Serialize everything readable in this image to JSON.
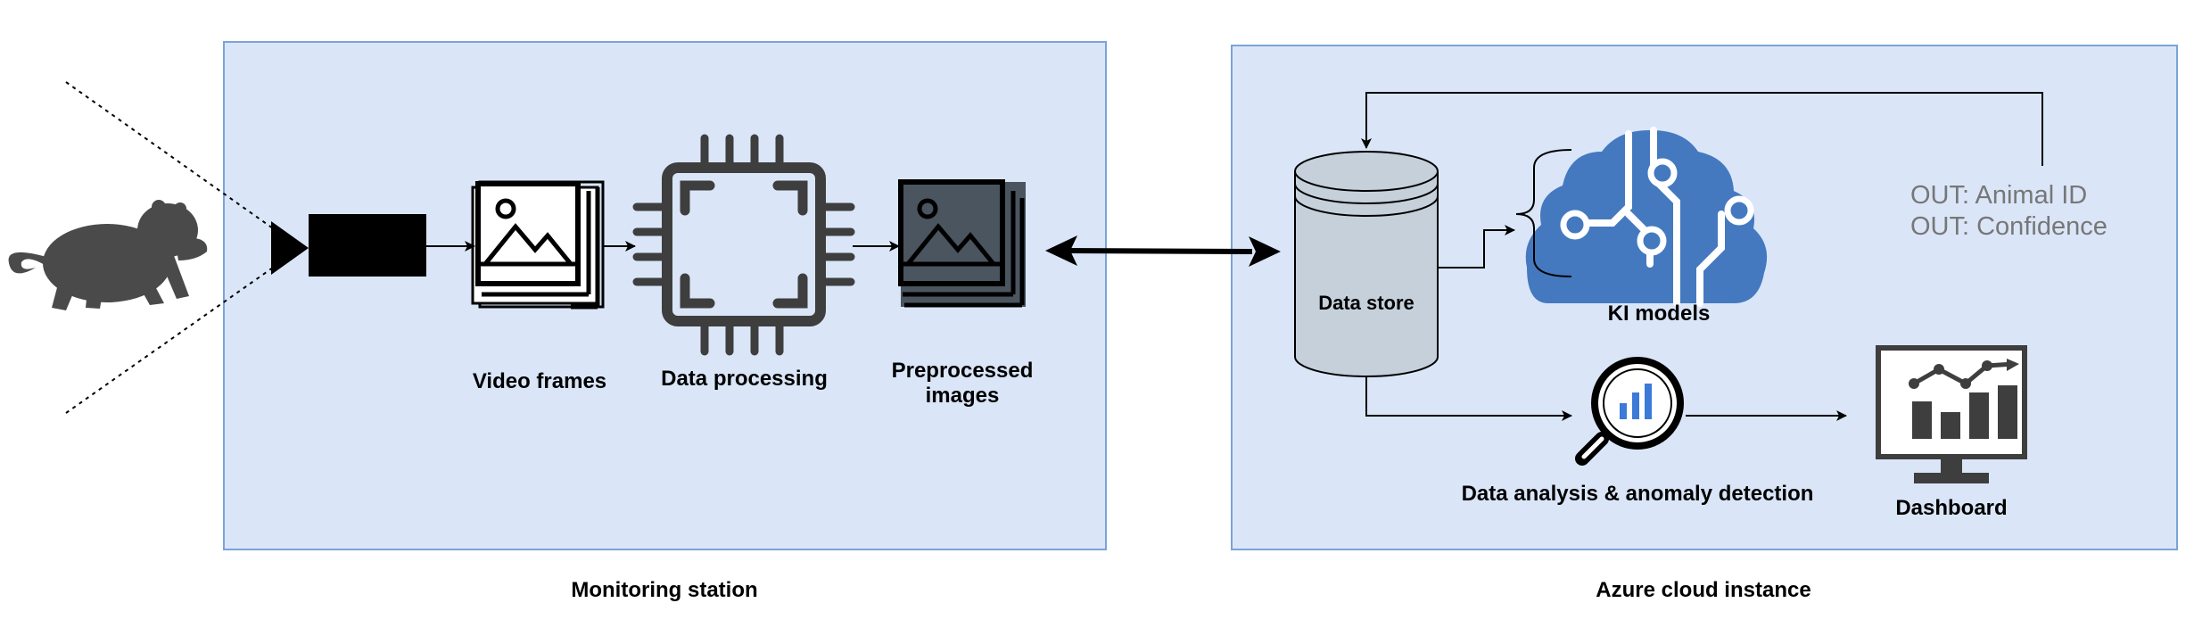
{
  "labels": {
    "video_frames": "Video frames",
    "data_processing": "Data processing",
    "preprocessed_images_line1": "Preprocessed",
    "preprocessed_images_line2": "images",
    "data_store": "Data store",
    "ki_models": "KI models",
    "data_analysis": "Data analysis & anomaly detection",
    "dashboard": "Dashboard",
    "monitoring_station": "Monitoring station",
    "azure_cloud_instance": "Azure cloud instance"
  },
  "outputs": [
    "OUT: Animal ID",
    "OUT: Confidence"
  ],
  "colors": {
    "panel_fill": "#dae6f8",
    "panel_border": "#7ba3d8",
    "cloud_blue": "#4479c0",
    "cylinder_fill": "#c5d0da",
    "dark_icon": "#3e3e3e",
    "animal": "#4a4a4a",
    "out_text": "#777777"
  },
  "icons": [
    "jaguar-icon",
    "camera-icon",
    "image-stack-icon",
    "processor-chip-icon",
    "preprocessed-image-stack-icon",
    "database-icon",
    "cloud-ai-icon",
    "magnifier-chart-icon",
    "monitor-dashboard-icon"
  ]
}
